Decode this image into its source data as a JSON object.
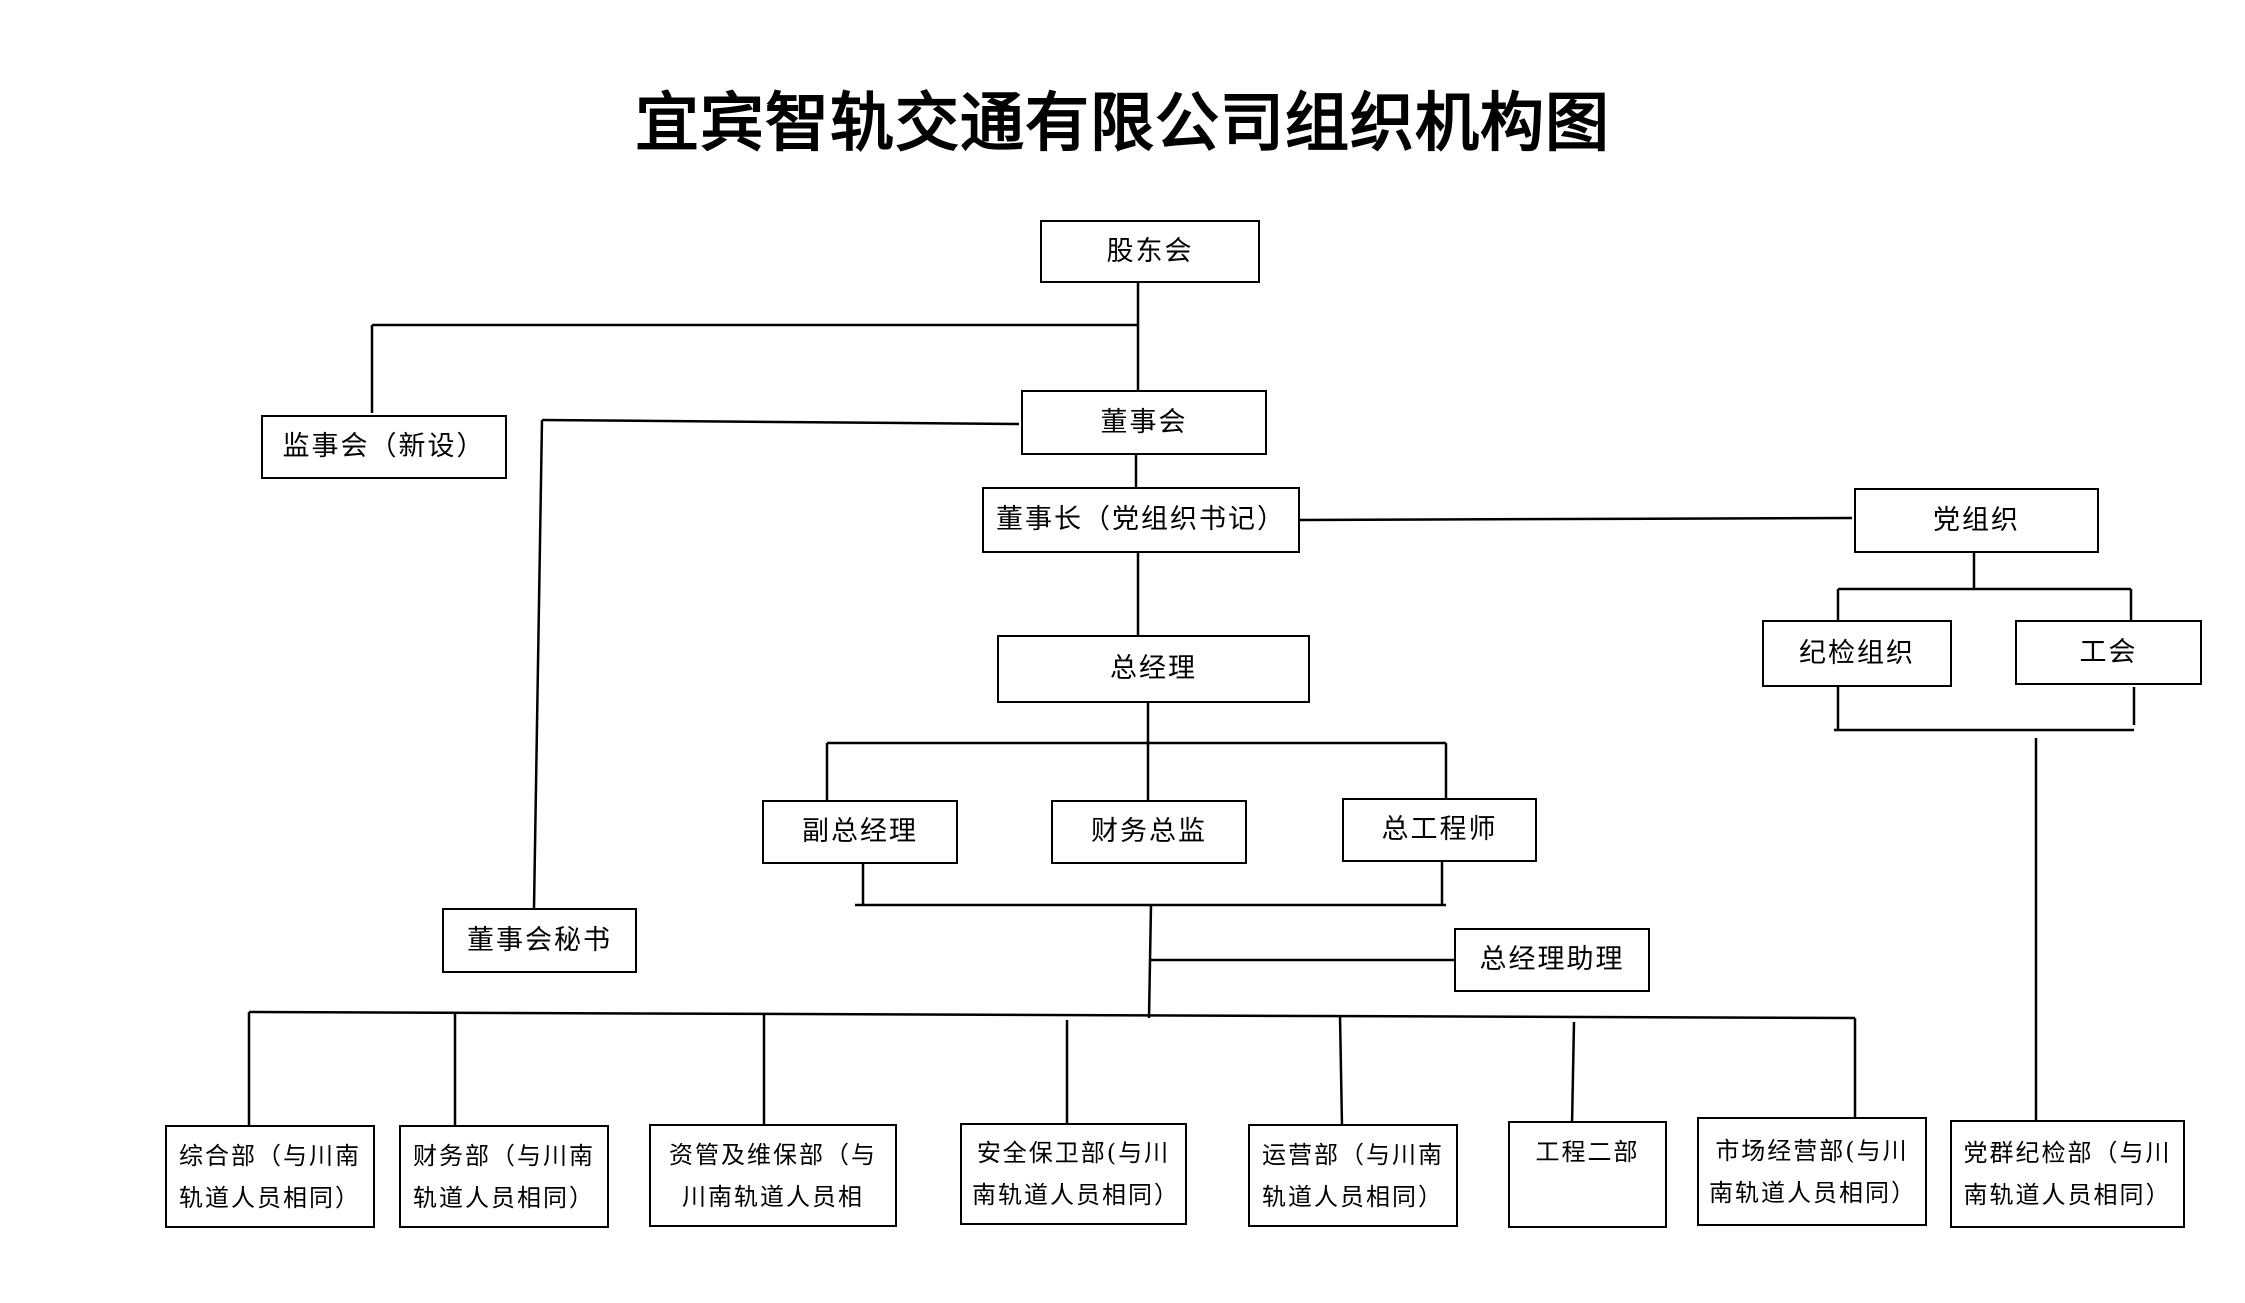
{
  "title": "宜宾智轨交通有限公司组织机构图",
  "nodes": {
    "shareholders": "股东会",
    "supervisors": "监事会（新设）",
    "board": "董事会",
    "chairman": "董事长（党组织书记）",
    "party": "党组织",
    "discipline": "纪检组织",
    "union": "工会",
    "general_manager": "总经理",
    "deputy_gm": "副总经理",
    "cfo": "财务总监",
    "chief_engineer": "总工程师",
    "board_secretary": "董事会秘书",
    "gm_assistant": "总经理助理",
    "departments": [
      "综合部（与川南轨道人员相同）",
      "财务部（与川南轨道人员相同）",
      "资管及维保部（与川南轨道人员相",
      "安全保卫部(与川南轨道人员相同）",
      "运营部（与川南轨道人员相同）",
      "工程二部",
      "市场经营部(与川南轨道人员相同）",
      "党群纪检部（与川南轨道人员相同）"
    ]
  }
}
